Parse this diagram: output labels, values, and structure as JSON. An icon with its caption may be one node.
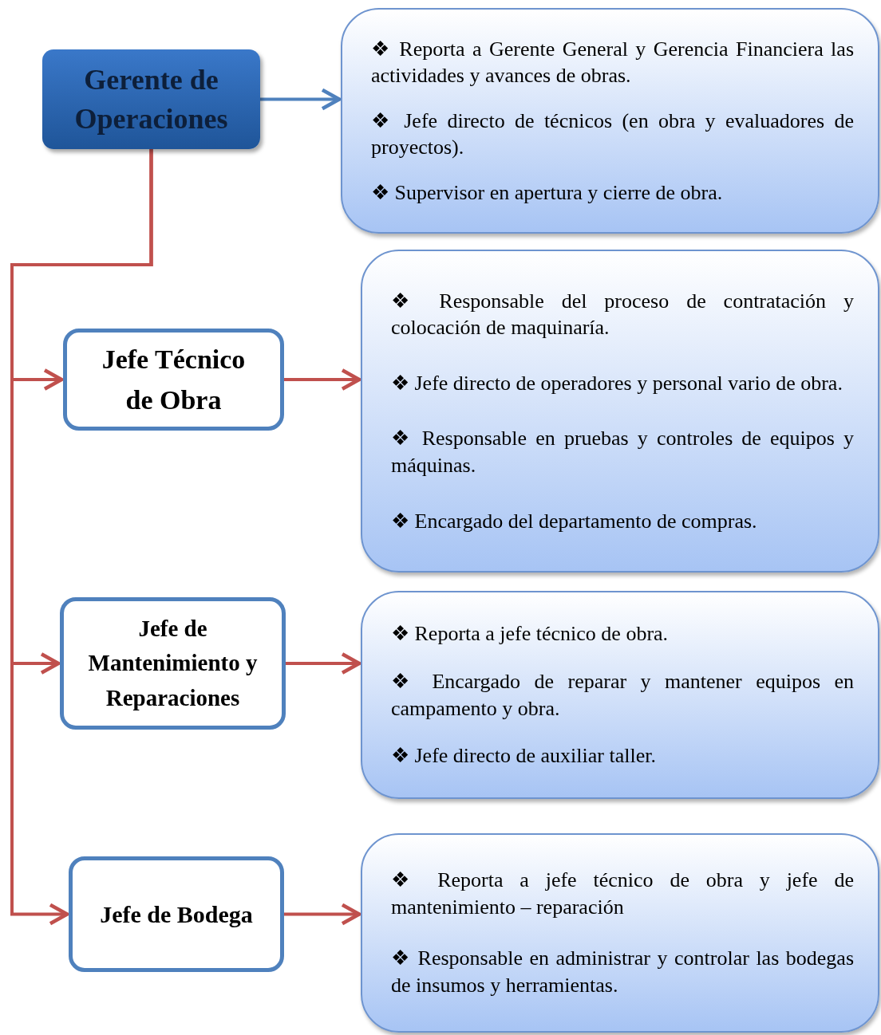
{
  "diagram": {
    "nodes": [
      {
        "text": [
          "Gerente de Operaciones"
        ]
      },
      {
        "text": [
          "❖ Reporta a Gerente General y Gerencia Financiera las actividades y avances de obras.",
          "❖ Jefe directo de técnicos (en obra y evaluadores de proyectos).",
          "❖ Supervisor en apertura y cierre de obra."
        ]
      },
      {
        "text": [
          "Jefe Técnico de Obra"
        ]
      },
      {
        "text": [
          "❖ Responsable del proceso de contratación y colocación de maquinaría.",
          "❖ Jefe directo de operadores y personal vario de obra.",
          "❖ Responsable en pruebas y controles de equipos y máquinas.",
          "❖ Encargado del departamento de compras."
        ]
      },
      {
        "text": [
          "Jefe de Mantenimiento y Reparaciones"
        ]
      },
      {
        "text": [
          "❖ Reporta a jefe técnico de obra.",
          "❖ Encargado de reparar y mantener equipos en campamento y obra.",
          "❖ Jefe directo de auxiliar taller."
        ]
      },
      {
        "text": [
          "Jefe de Bodega"
        ]
      },
      {
        "text": [
          "❖ Reporta a jefe técnico de obra y jefe de mantenimiento – reparación",
          "❖ Responsable en administrar y controlar las bodegas de insumos y herramientas."
        ]
      }
    ],
    "edges": [
      {
        "from": 0,
        "to": 1,
        "arrow": "to",
        "color": "#4f81bd"
      },
      {
        "from": 2,
        "to": 3,
        "arrow": "to"
      },
      {
        "from": 4,
        "to": 5,
        "arrow": "to"
      },
      {
        "from": 6,
        "to": 7,
        "arrow": "to"
      },
      {
        "from": 0,
        "to": 2,
        "arrow": "to"
      },
      {
        "from": 0,
        "to": 4,
        "arrow": "to"
      },
      {
        "from": 0,
        "to": 6,
        "arrow": "to"
      }
    ]
  }
}
